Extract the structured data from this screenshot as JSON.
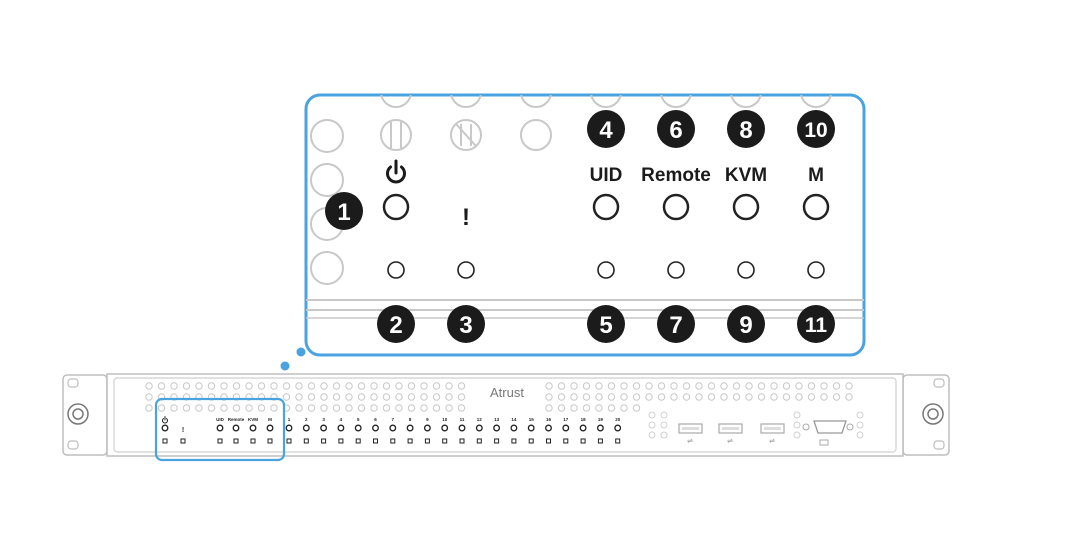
{
  "brand": "Atrust",
  "colors": {
    "callout_border": "#4aa3df",
    "badge_fill": "#1b1b1b",
    "outline": "#333333",
    "faint": "#c8c8c8",
    "chassis": "#bdbdbd"
  },
  "callout": {
    "labels": {
      "uid": "UID",
      "remote": "Remote",
      "kvm": "KVM",
      "m": "M",
      "fault": "!"
    },
    "icons": {
      "power": "power-icon",
      "fault": "exclamation-icon",
      "no_entry": "circle-slash-icon",
      "vertical_bars": "vertical-bars-icon"
    },
    "numbers": {
      "n1": "1",
      "n2": "2",
      "n3": "3",
      "n4": "4",
      "n5": "5",
      "n6": "6",
      "n7": "7",
      "n8": "8",
      "n9": "9",
      "n10": "10",
      "n11": "11"
    }
  },
  "panel": {
    "mini_labels": {
      "uid": "UID",
      "remote": "Remote",
      "kvm": "KVM",
      "m": "M",
      "fault": "!"
    },
    "port_numbers": [
      "1",
      "2",
      "3",
      "4",
      "5",
      "6",
      "7",
      "8",
      "9",
      "10",
      "11",
      "12",
      "13",
      "14",
      "15",
      "16",
      "17",
      "18",
      "19",
      "20"
    ],
    "usb_ports": [
      "usb-port-1",
      "usb-port-2",
      "usb-port-3"
    ],
    "vga_port": "vga-port"
  }
}
